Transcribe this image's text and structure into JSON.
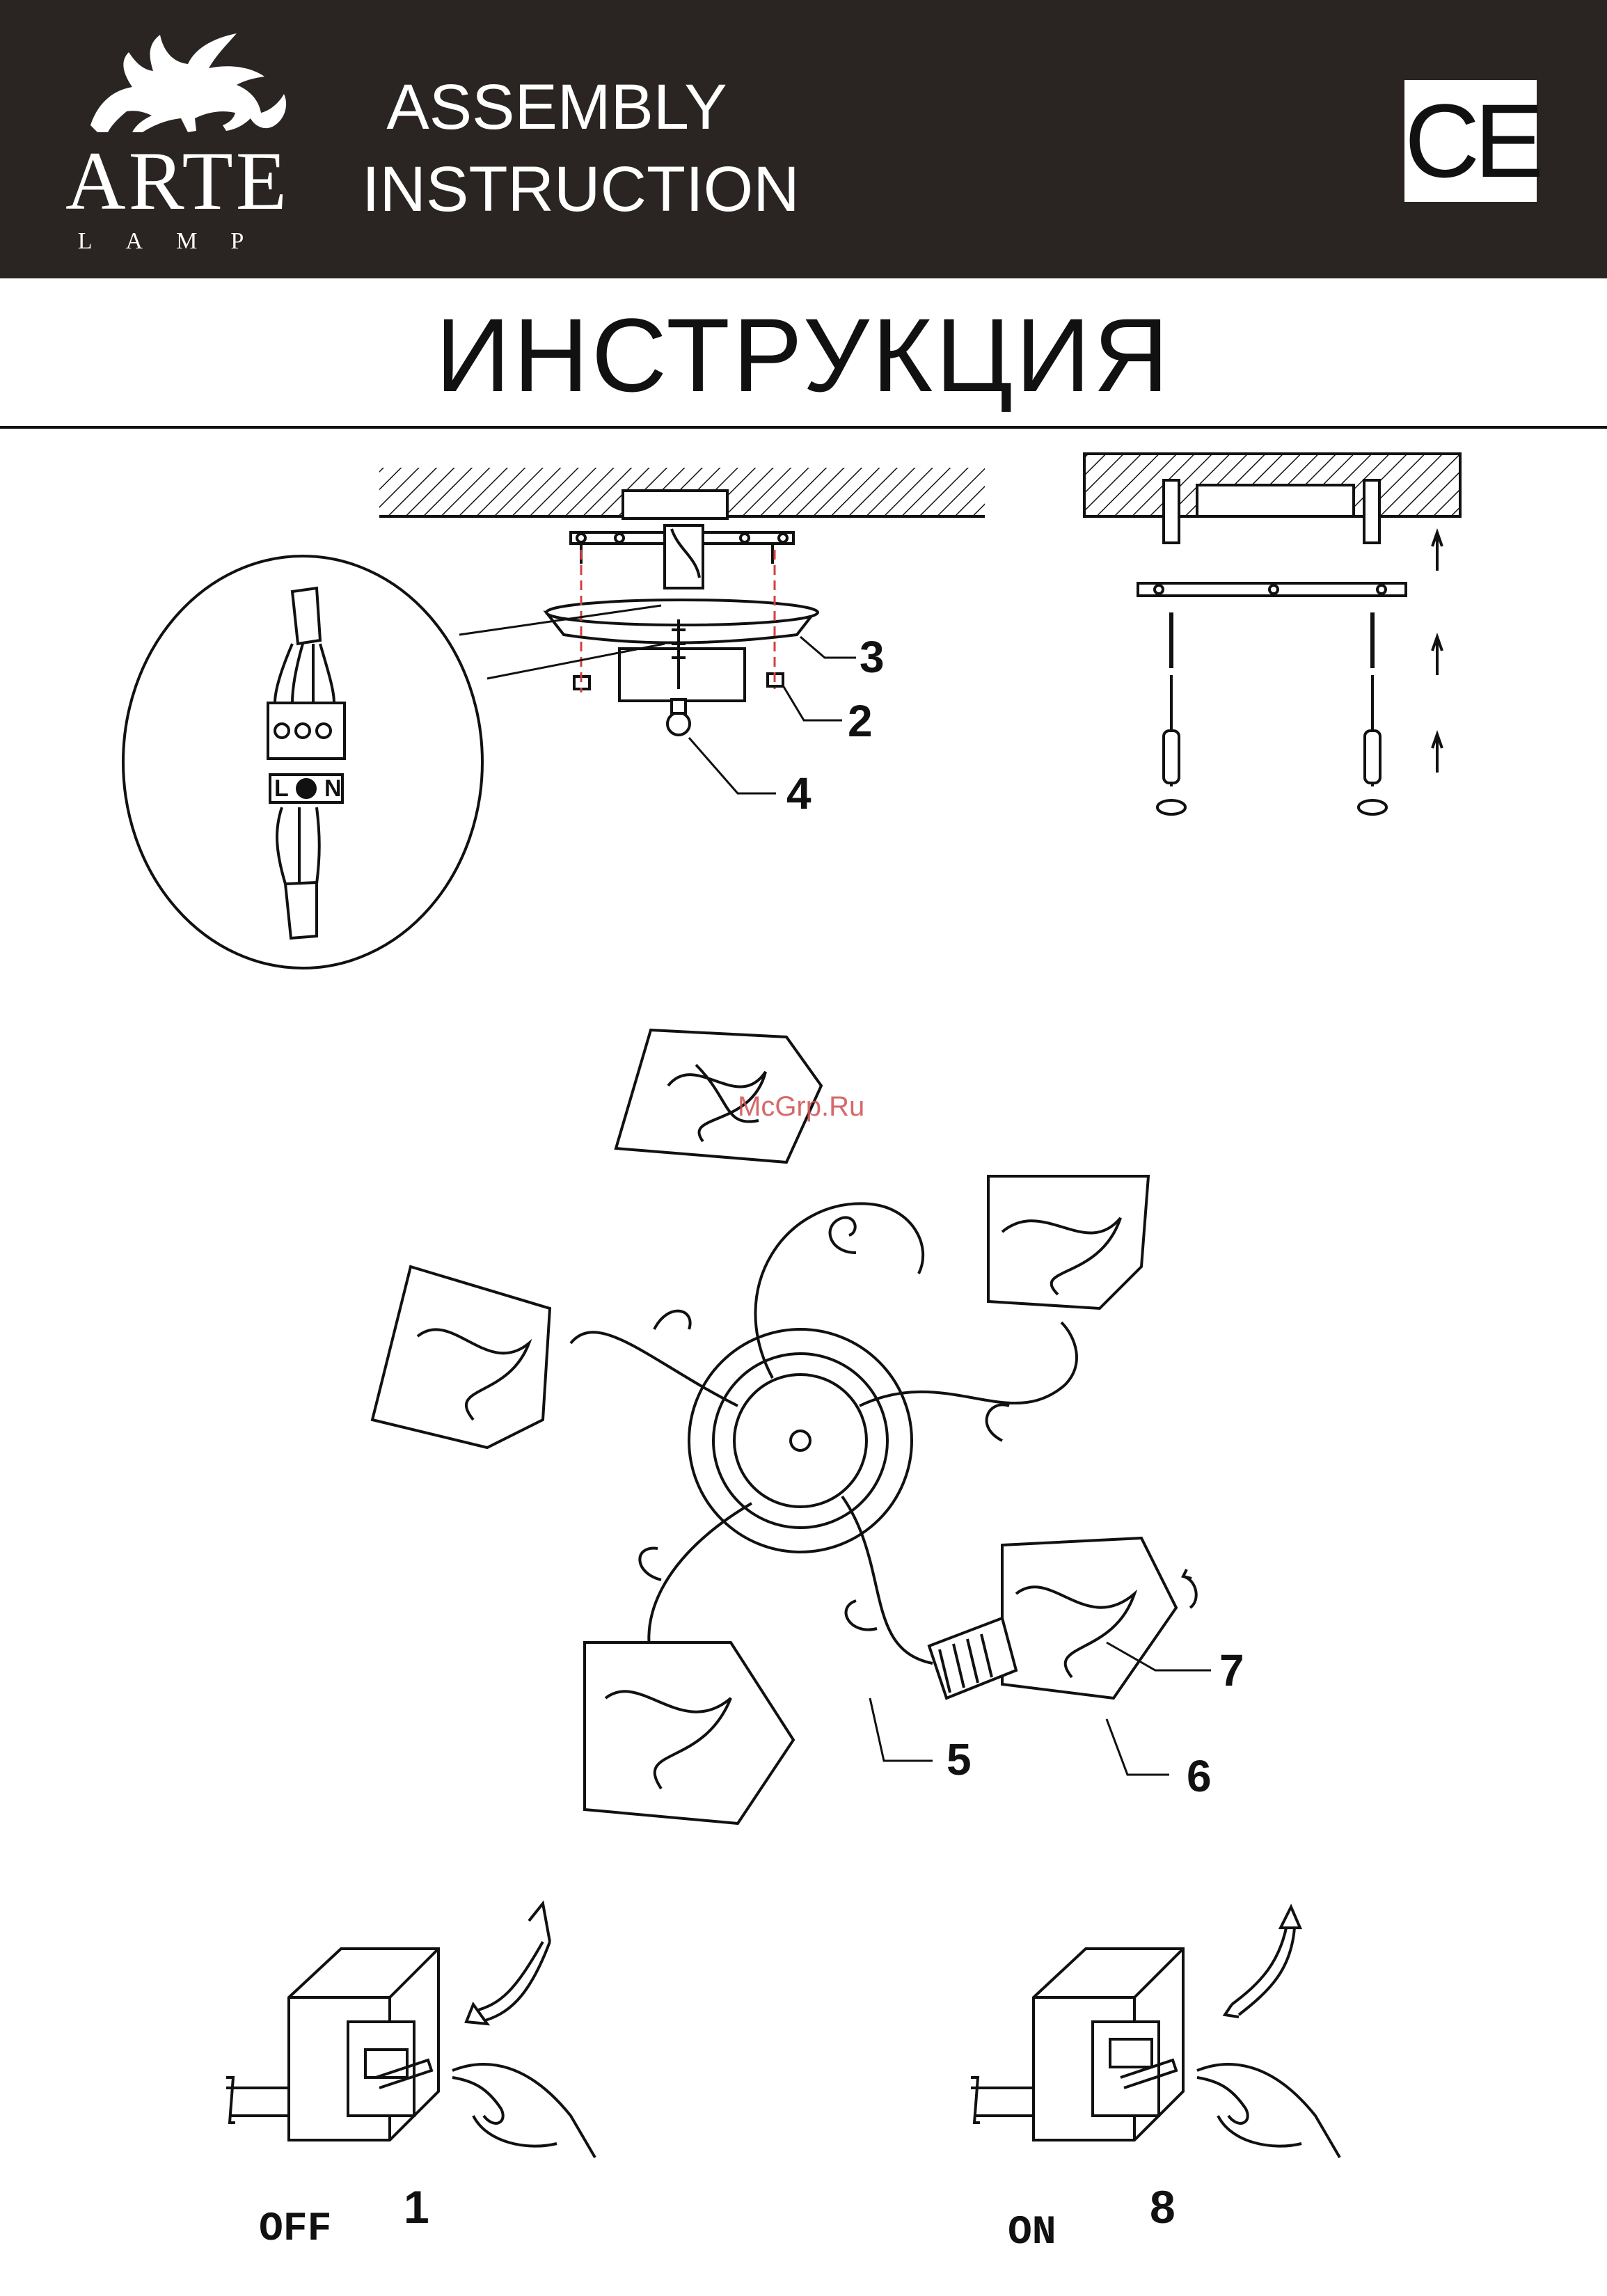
{
  "header": {
    "brand_name": "ARTE",
    "brand_sub": "LAMP",
    "title_line1": "ASSEMBLY",
    "title_line2": "INSTRUCTION",
    "ce_mark": "CE"
  },
  "title_ru": "ИНСТРУКЦИЯ",
  "callouts": {
    "c2": "2",
    "c3": "3",
    "c4": "4",
    "c5": "5",
    "c6": "6",
    "c7": "7"
  },
  "terminal_labels": {
    "live": "L",
    "neutral": "N"
  },
  "watermark": "McGrp.Ru",
  "steps": {
    "off_label": "OFF",
    "off_step": "1",
    "on_label": "ON",
    "on_step": "8"
  }
}
